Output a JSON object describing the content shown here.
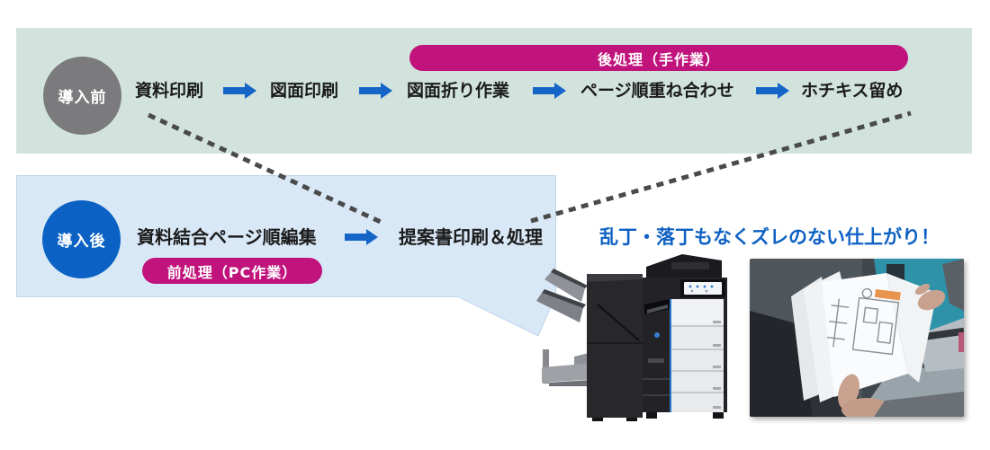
{
  "before": {
    "badge_label": "導入前",
    "banner_label": "後処理（手作業）",
    "steps": [
      "資料印刷",
      "図面印刷",
      "図面折り作業",
      "ページ順重ね合わせ",
      "ホチキス留め"
    ]
  },
  "after": {
    "badge_label": "導入後",
    "banner_label": "前処理（PC作業）",
    "steps": [
      "資料結合ページ順編集",
      "提案書印刷＆処理"
    ]
  },
  "result": {
    "headline": "乱丁・落丁もなくズレのない仕上がり！"
  },
  "images": {
    "printer": "multifunction-printer-with-finisher-illustration",
    "photo": "hands-flipping-folded-drawing-booklet-photo"
  },
  "colors": {
    "before_section_bg": "#d1e3dc",
    "after_section_bg": "#d9e8f6",
    "accent_pink": "#c0137c",
    "badge_gray": "#7b7b7e",
    "badge_blue": "#0b62c4",
    "arrow_blue": "#1565c9",
    "headline_blue": "#0f62c4",
    "dotted_connector": "#4a4a4a",
    "text_black": "#1b1b1b"
  }
}
